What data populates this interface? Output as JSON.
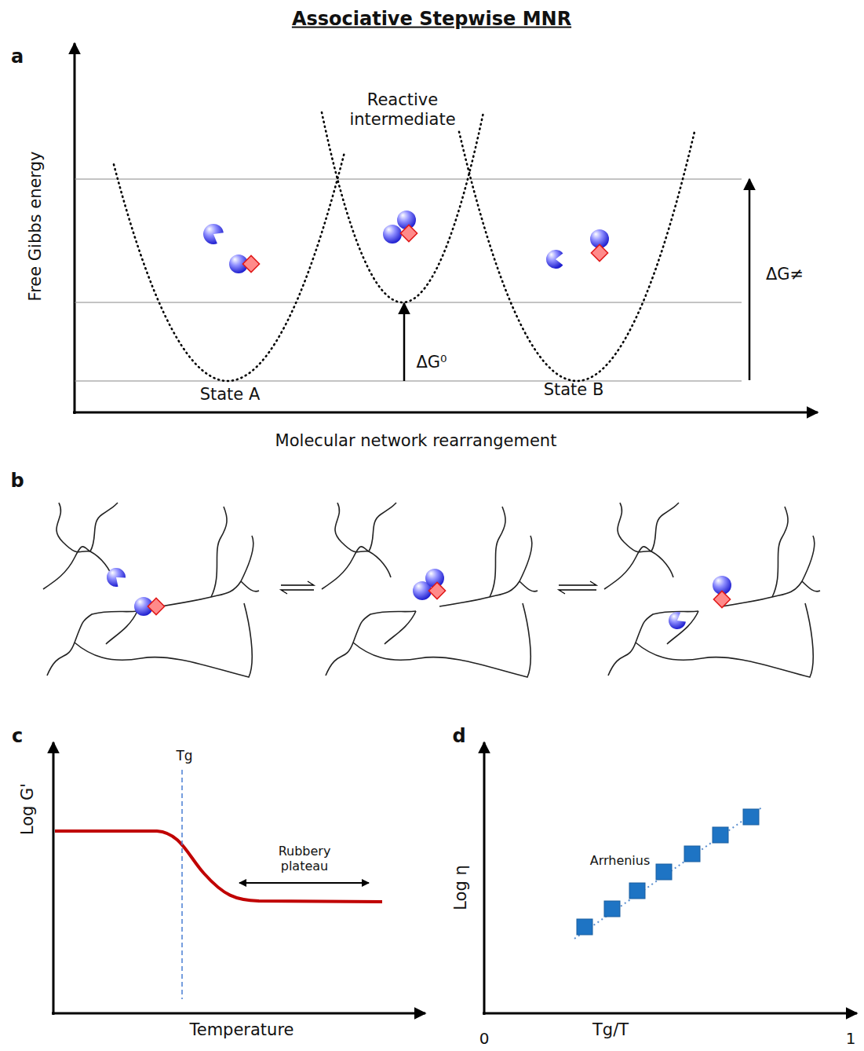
{
  "diagram": {
    "title": "Associative Stepwise MNR",
    "labels": [
      "a",
      "Free Gibbs energy",
      "Reactive intermediate",
      "ΔG≠",
      "ΔG⁰",
      "State A",
      "State B",
      "Molecular network rearrangement",
      "b",
      "c",
      "Tg",
      "Log G'",
      "Rubbery plateau",
      "Temperature",
      "d",
      "Log η",
      "Arrhenius",
      "0",
      "Tg/T",
      "1"
    ]
  }
}
